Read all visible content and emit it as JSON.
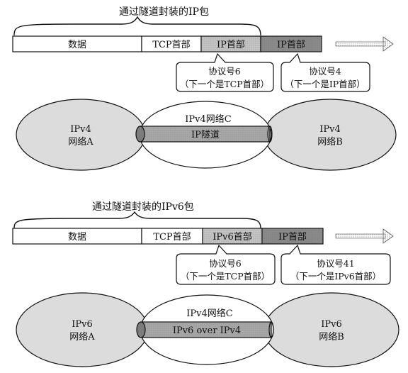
{
  "colors": {
    "data_segment": "#ffffff",
    "inner_ip_header": "#c4c4c4",
    "outer_ip_header": "#8a8a8a",
    "network_fill": "#dcdcdc",
    "middle_network_fill": "#ffffff",
    "tunnel_fill": "#a8a8a8",
    "stroke": "#111111"
  },
  "diagrams": [
    {
      "packet_title": "通过隧道封装的IP包",
      "segments": [
        "数据",
        "TCP首部",
        "IP首部",
        "IP首部"
      ],
      "callouts": [
        {
          "line1": "协议号6",
          "line2": "（下一个是TCP首部）"
        },
        {
          "line1": "协议号4",
          "line2": "（下一个是IP首部）"
        }
      ],
      "left_network": {
        "line1": "IPv4",
        "line2": "网络A"
      },
      "middle_network": "IPv4网络C",
      "tunnel_label": "IP隧道",
      "right_network": {
        "line1": "IPv4",
        "line2": "网络B"
      }
    },
    {
      "packet_title": "通过隧道封装的IPv6包",
      "segments": [
        "数据",
        "TCP首部",
        "IPv6首部",
        "IP首部"
      ],
      "callouts": [
        {
          "line1": "协议号6",
          "line2": "（下一个是TCP首部）"
        },
        {
          "line1": "协议号41",
          "line2": "（下一个是IPv6首部）"
        }
      ],
      "left_network": {
        "line1": "IPv6",
        "line2": "网络A"
      },
      "middle_network": "IPv4网络C",
      "tunnel_label": "IPv6 over IPv4",
      "right_network": {
        "line1": "IPv6",
        "line2": "网络B"
      }
    }
  ]
}
